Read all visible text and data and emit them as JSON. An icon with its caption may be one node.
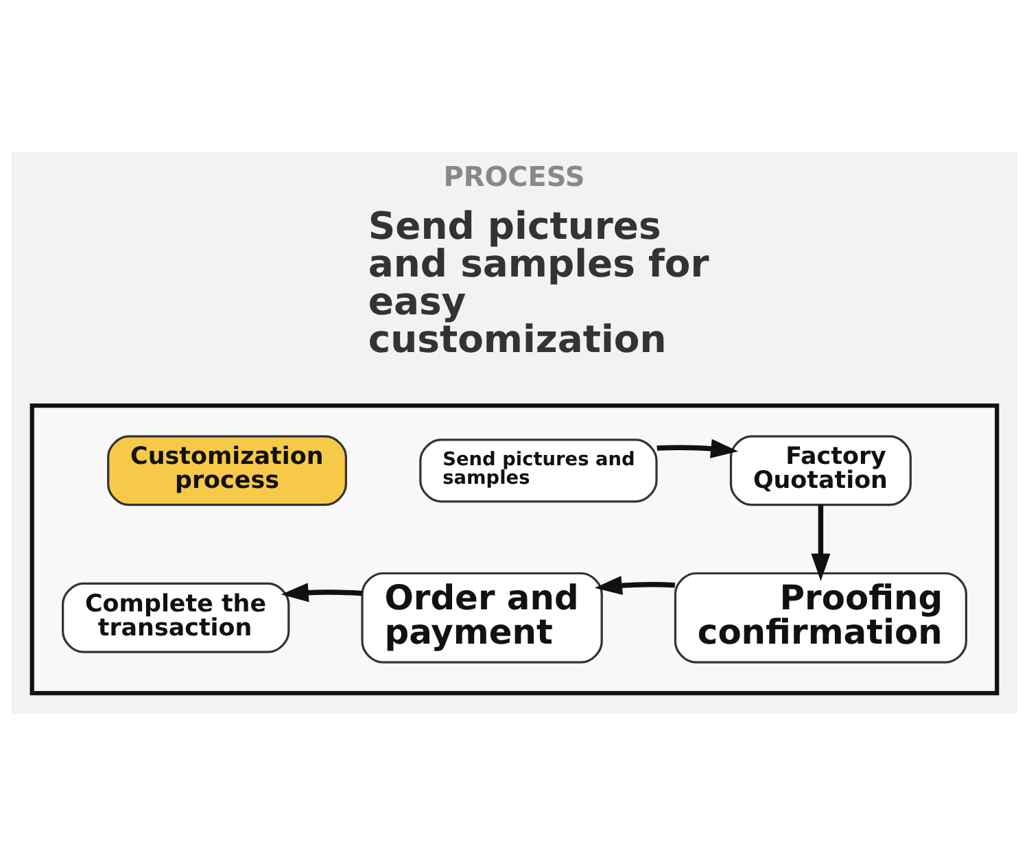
{
  "diagram": {
    "title": "PROCESS",
    "nodes": [
      {
        "text": [],
        "shape": "box"
      },
      {
        "text": [
          "Customization process"
        ],
        "in": 0
      },
      {
        "text": [
          "Send pictures and samples"
        ],
        "in": 0
      },
      {
        "text": [
          "Factory Quotation"
        ],
        "in": 0
      },
      {
        "text": [
          "Proofing confirmation"
        ],
        "in": 0
      },
      {
        "text": [
          "Order and payment"
        ],
        "in": 0
      },
      {
        "text": [
          "Complete the transaction"
        ],
        "in": 0
      }
    ],
    "edges": [
      {
        "from": 2,
        "to": 3,
        "arrow": "to"
      },
      {
        "from": 3,
        "to": 4,
        "arrow": "to"
      },
      {
        "from": 4,
        "to": 5,
        "arrow": "to"
      },
      {
        "from": 5,
        "to": 6,
        "arrow": "to"
      }
    ],
    "labels": [
      "Send pictures and samples for easy customization"
    ]
  }
}
